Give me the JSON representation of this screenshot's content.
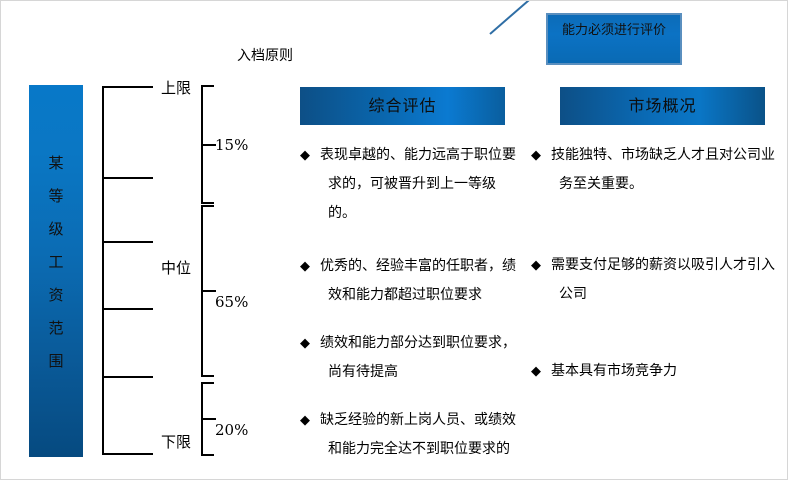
{
  "diagram": {
    "title_hidden": "",
    "salary_bar": {
      "label": "某等级工资范围",
      "chars": [
        "某",
        "等",
        "级",
        "工",
        "资",
        "范",
        "围"
      ],
      "color_top": "#0878c8",
      "color_bottom": "#064a80"
    },
    "principle_label": "入档原则",
    "ladder": {
      "tick_top": "上限",
      "tick_mid": "中位",
      "tick_bottom": "下限",
      "segments": [
        {
          "label": "15%",
          "share": 15
        },
        {
          "label": "65%",
          "share": 65
        },
        {
          "label": "20%",
          "share": 20
        }
      ]
    },
    "columns": [
      {
        "header": "综合评估",
        "bullet_glyph": "◆",
        "items": [
          "表现卓越的、能力远高于职位要求的，可被晋升到上一等级的。",
          "优秀的、经验丰富的任职者，绩效和能力都超过职位要求",
          "绩效和能力部分达到职位要求，尚有待提高",
          "缺乏经验的新上岗人员、或绩效和能力完全达不到职位要求的"
        ]
      },
      {
        "header": "市场概况",
        "bullet_glyph": "◆",
        "items": [
          "技能独特、市场缺乏人才且对公司业务至关重要。",
          "需要支付足够的薪资以吸引人才引入公司",
          "基本具有市场竞争力"
        ]
      }
    ],
    "callout": {
      "text": "能力必须进行评价",
      "fill": "#0b72c4",
      "border": "#5a8fbf"
    }
  }
}
